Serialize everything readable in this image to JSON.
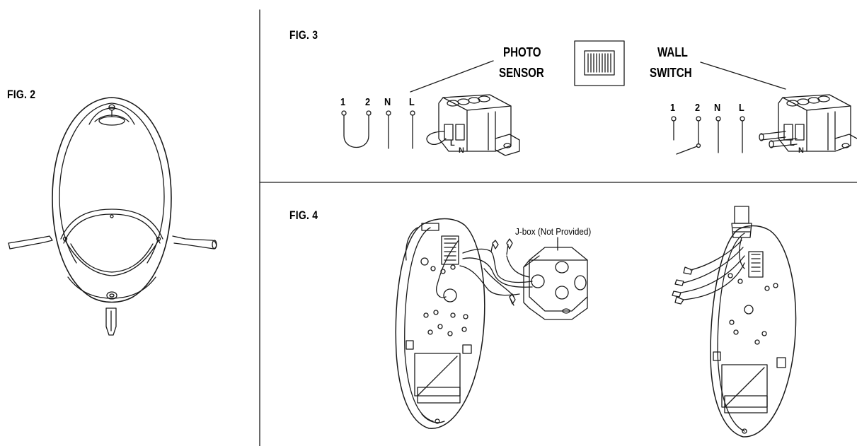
{
  "figures": {
    "fig2": {
      "title": "FIG. 2"
    },
    "fig3": {
      "title": "FIG. 3",
      "photo_sensor_label_line1": "PHOTO",
      "photo_sensor_label_line2": "SENSOR",
      "wall_switch_label_line1": "WALL",
      "wall_switch_label_line2": "SWITCH",
      "left_terminals": [
        "1",
        "2",
        "N",
        "L"
      ],
      "right_terminals": [
        "1",
        "2",
        "N",
        "L"
      ],
      "connector_marks": [
        "L",
        "N"
      ]
    },
    "fig4": {
      "title": "FIG. 4",
      "jbox_label": "J-box (Not Provided)"
    }
  },
  "colors": {
    "line": "#1a1a1a",
    "background": "#ffffff"
  }
}
